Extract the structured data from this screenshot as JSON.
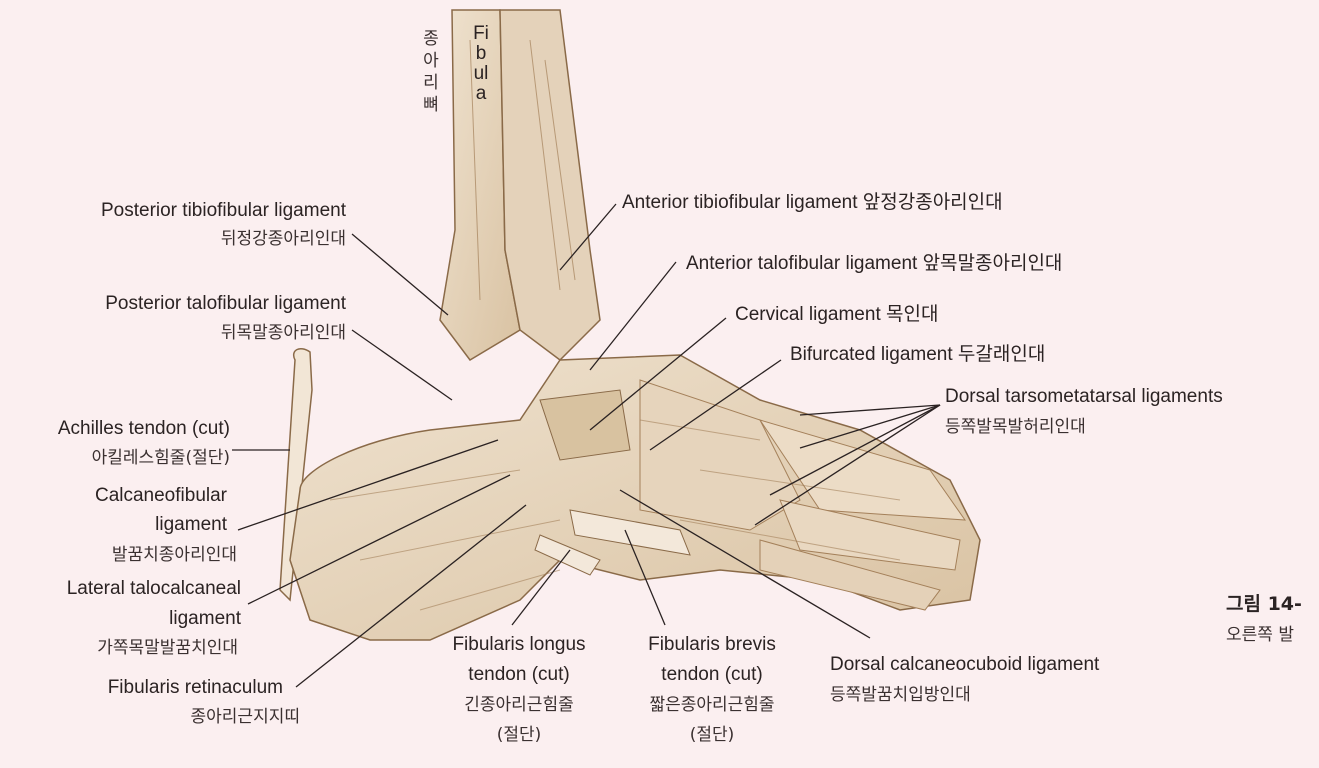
{
  "labels": {
    "fibula_ko": "종아리뼈",
    "fibula_en": "Fibula",
    "posterior_tibiofibular_en": "Posterior tibiofibular ligament",
    "posterior_tibiofibular_ko": "뒤정강종아리인대",
    "posterior_talofibular_en": "Posterior talofibular ligament",
    "posterior_talofibular_ko": "뒤목말종아리인대",
    "achilles_en": "Achilles tendon (cut)",
    "achilles_ko": "아킬레스힘줄(절단)",
    "calcaneofibular_en_1": "Calcaneofibular",
    "calcaneofibular_en_2": "ligament",
    "calcaneofibular_ko": "발꿈치종아리인대",
    "lateral_talocalcaneal_en_1": "Lateral talocalcaneal",
    "lateral_talocalcaneal_en_2": "ligament",
    "lateral_talocalcaneal_ko": "가쪽목말발꿈치인대",
    "fibularis_retinaculum_en": "Fibularis retinaculum",
    "fibularis_retinaculum_ko": "종아리근지지띠",
    "fibularis_longus_en_1": "Fibularis longus",
    "fibularis_longus_en_2": "tendon (cut)",
    "fibularis_longus_ko_1": "긴종아리근힘줄",
    "fibularis_longus_ko_2": "(절단)",
    "fibularis_brevis_en_1": "Fibularis brevis",
    "fibularis_brevis_en_2": "tendon (cut)",
    "fibularis_brevis_ko_1": "짧은종아리근힘줄",
    "fibularis_brevis_ko_2": "(절단)",
    "anterior_tibiofibular": "Anterior tibiofibular ligament 앞정강종아리인대",
    "anterior_talofibular": "Anterior talofibular ligament 앞목말종아리인대",
    "cervical": "Cervical ligament 목인대",
    "bifurcated": "Bifurcated ligament 두갈래인대",
    "dorsal_tarsometatarsal_en": "Dorsal tarsometatarsal ligaments",
    "dorsal_tarsometatarsal_ko": "등쪽발목발허리인대",
    "dorsal_calcaneocuboid_en": "Dorsal calcaneocuboid ligament",
    "dorsal_calcaneocuboid_ko": "등쪽발꿈치입방인대"
  },
  "figure": {
    "title": "그림 14-",
    "subtitle": "오른쪽 발"
  },
  "colors": {
    "background": "#fbeff0",
    "bone": "#e8d8c4",
    "ligament": "#d6c7b0",
    "shading": "#a4805a",
    "leader": "#2a2222"
  }
}
